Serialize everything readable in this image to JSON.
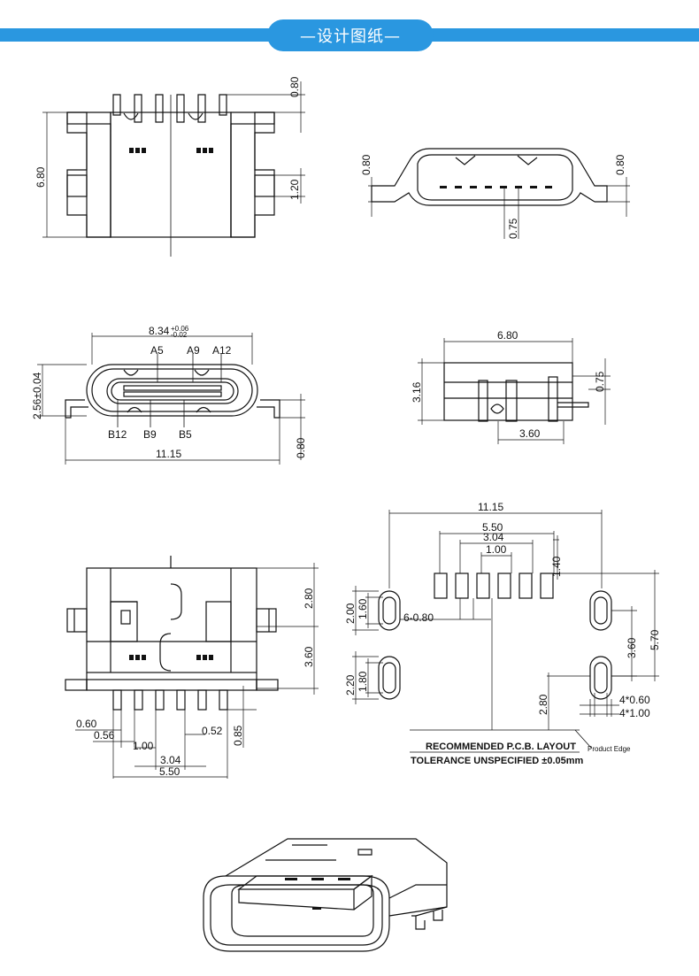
{
  "header": {
    "title": "—设计图纸—"
  },
  "top_left_view": {
    "dim_height": "6.80",
    "dim_tab": "0.80",
    "dim_pad": "1.20"
  },
  "top_right_view": {
    "dim_left": "0.80",
    "dim_right": "0.80",
    "dim_pitch": "0.75"
  },
  "front_view": {
    "dim_width": "8.34",
    "tol_upper": "+0.06",
    "tol_lower": "-0.02",
    "dim_height": "2.56±0.04",
    "dim_overall": "11.15",
    "dim_foot": "0.80",
    "pins_top": [
      "A5",
      "A9",
      "A12"
    ],
    "pins_bottom": [
      "B12",
      "B9",
      "B5"
    ]
  },
  "side_view": {
    "dim_length": "6.80",
    "dim_height": "3.16",
    "dim_tab": "0.75",
    "dim_offset": "3.60"
  },
  "bottom_view": {
    "dim_upper": "2.80",
    "dim_lower": "3.60",
    "dim_pin_len": "0.85",
    "dim_060": "0.60",
    "dim_056": "0.56",
    "dim_100": "1.00",
    "dim_052": "0.52",
    "dim_304": "3.04",
    "dim_550": "5.50"
  },
  "pcb_layout": {
    "dim_1115": "11.15",
    "dim_550": "5.50",
    "dim_304": "3.04",
    "dim_100": "1.00",
    "dim_140": "1.40",
    "dim_200": "2.00",
    "dim_160": "1.60",
    "dim_pads": "6-0.80",
    "dim_220": "2.20",
    "dim_180": "1.80",
    "dim_360": "3.60",
    "dim_570": "5.70",
    "dim_280": "2.80",
    "dim_4x060": "4*0.60",
    "dim_4x100": "4*1.00",
    "title": "RECOMMENDED   P.C.B. LAYOUT",
    "tolerance": "TOLERANCE UNSPECIFIED ±0.05mm",
    "edge_note": "Product Edge"
  }
}
